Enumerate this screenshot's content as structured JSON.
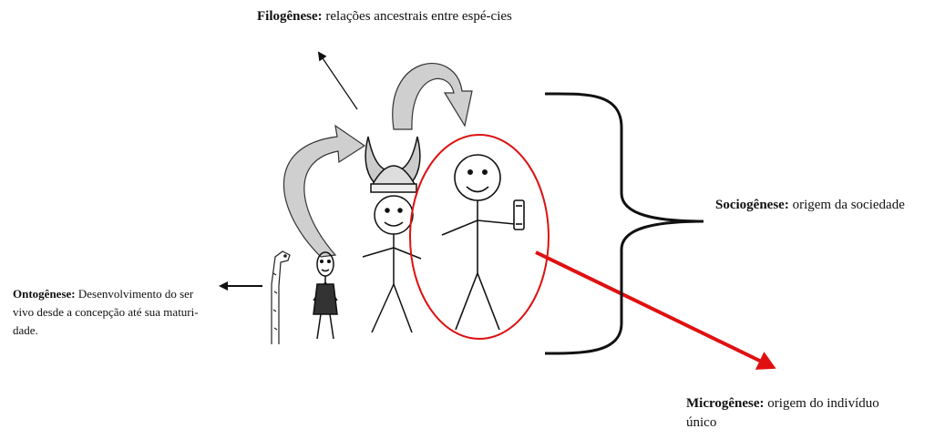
{
  "filogenese": {
    "term": "Filogênese:",
    "desc": "relações ancestrais entre espé-cies"
  },
  "sociogenese": {
    "term": "Sociogênese:",
    "desc": "origem da sociedade"
  },
  "ontogenese": {
    "term": "Ontogênese:",
    "desc": "Desenvolvimento do ser vivo desde a concepção até sua maturi-dade."
  },
  "microgenese": {
    "term": "Microgênese:",
    "desc": "origem do indivíduo único"
  },
  "colors": {
    "highlight": "#dd1111",
    "arrow_fill": "#c8c8c8",
    "ink": "#111111"
  }
}
